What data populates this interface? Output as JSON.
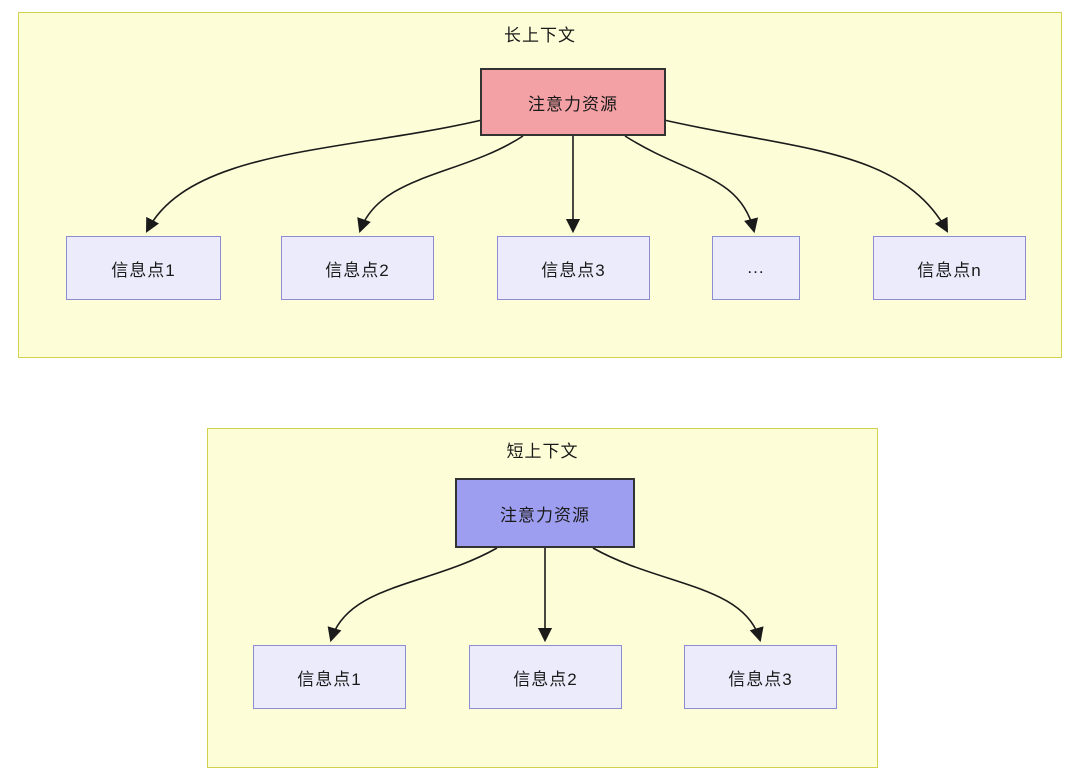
{
  "panels": {
    "long": {
      "title": "长上下文",
      "source_label": "注意力资源",
      "targets": [
        "信息点1",
        "信息点2",
        "信息点3",
        "...",
        "信息点n"
      ]
    },
    "short": {
      "title": "短上下文",
      "source_label": "注意力资源",
      "targets": [
        "信息点1",
        "信息点2",
        "信息点3"
      ]
    }
  },
  "colors": {
    "page_bg": "#ffffff",
    "panel_bg": "#fdfdd8",
    "panel_border": "#d2d24f",
    "long_source_bg": "#f4a1a6",
    "short_source_bg": "#9e9ef0",
    "source_border": "#333333",
    "target_bg": "#ebebfb",
    "target_border": "#8c8cd0",
    "arrow_color": "#1a1a1a",
    "text_color": "#1a1a1a"
  }
}
